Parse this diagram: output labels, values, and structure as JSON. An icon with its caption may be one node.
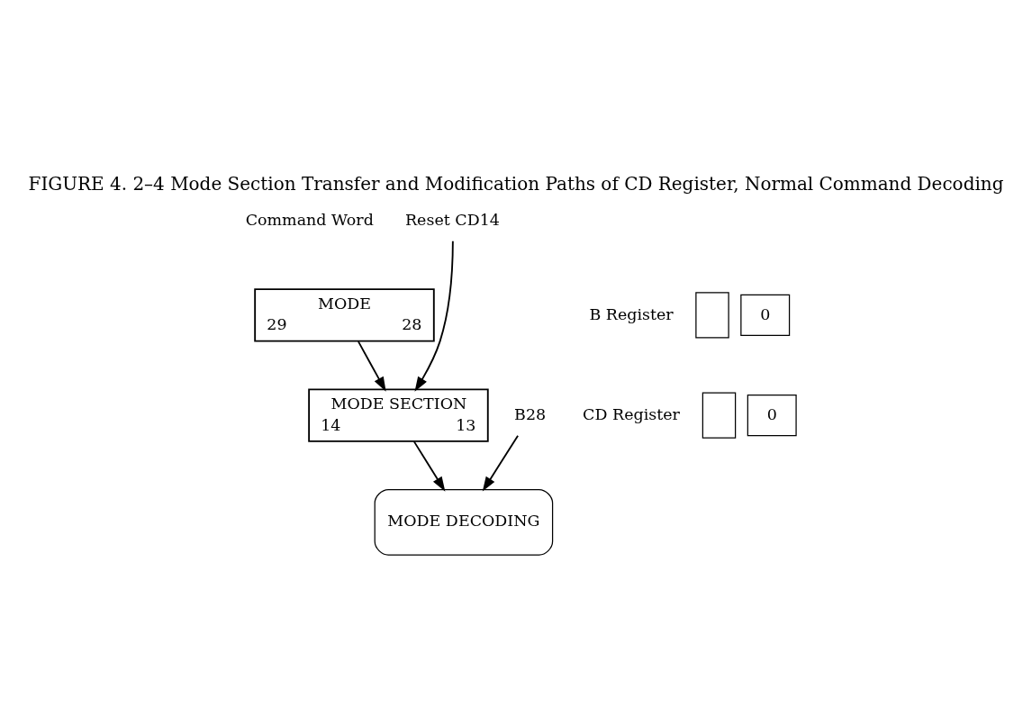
{
  "diagram": {
    "title": "FIGURE 4. 2–4 Mode Section Transfer and Modification Paths of CD Register, Normal Command Decoding",
    "nodes": [
      {
        "text": [
          "MODE",
          "29",
          "28"
        ]
      },
      {
        "text": [],
        "shape": "box"
      },
      {
        "text": [
          "0"
        ]
      },
      {
        "text": [
          "MODE SECTION",
          "14",
          "13"
        ]
      },
      {
        "text": [],
        "shape": "box"
      },
      {
        "text": [
          "0"
        ]
      },
      {
        "text": [
          "Reset CD14"
        ]
      },
      {
        "text": [
          "MODE DECODING"
        ]
      },
      {
        "text": [
          "B28"
        ]
      }
    ],
    "edges": [
      {
        "from": 0,
        "to": 3,
        "arrow": "to"
      },
      {
        "from": 6,
        "to": 3,
        "arrow": "to"
      },
      {
        "from": 3,
        "to": 7,
        "arrow": "to"
      },
      {
        "from": 8,
        "to": 7,
        "arrow": "to"
      }
    ],
    "labels": [
      "Command Word",
      "B Register",
      "CD Register"
    ]
  }
}
